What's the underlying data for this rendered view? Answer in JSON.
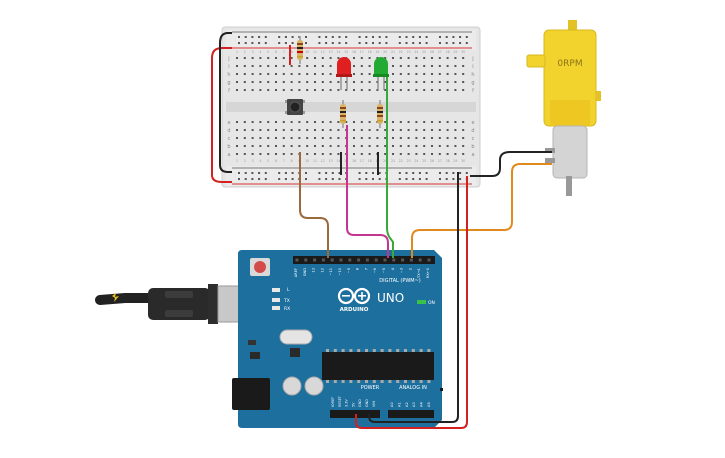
{
  "breadboard": {
    "row_letters_top": [
      "j",
      "i",
      "h",
      "g",
      "f"
    ],
    "row_letters_bottom": [
      "e",
      "d",
      "c",
      "b",
      "a"
    ],
    "col_numbers": [
      "1",
      "2",
      "3",
      "4",
      "5",
      "6",
      "7",
      "8",
      "9",
      "10",
      "11",
      "12",
      "13",
      "14",
      "15",
      "16",
      "17",
      "18",
      "19",
      "20",
      "21",
      "22",
      "23",
      "24",
      "25",
      "26",
      "27",
      "28",
      "29",
      "30"
    ]
  },
  "motor": {
    "label": "0RPM",
    "body_color": "#f2d22c"
  },
  "arduino": {
    "logo_text": "ARDUINO",
    "model": "UNO",
    "digital_header": "DIGITAL (PWM~)",
    "power_header": "POWER",
    "analog_header": "ANALOG IN",
    "on_label": "ON",
    "l_label": "L",
    "tx_label": "TX",
    "rx_label": "RX",
    "digital_pins": [
      "AREF",
      "GND",
      "13",
      "12",
      "~11",
      "~10",
      "~9",
      "8",
      "7",
      "~6",
      "~5",
      "4",
      "~3",
      "2",
      "TX→1",
      "RX←0"
    ],
    "power_pins": [
      "IOREF",
      "RESET",
      "3.3V",
      "5V",
      "GND",
      "GND",
      "VIN"
    ],
    "analog_pins": [
      "A0",
      "A1",
      "A2",
      "A3",
      "A4",
      "A5"
    ],
    "board_color": "#1d6f9e"
  },
  "leds": {
    "red": "#e02020",
    "green": "#22aa33"
  },
  "wires": {
    "red": "#d32020",
    "black": "#222222",
    "brown": "#9b6a3c",
    "magenta": "#c4358f",
    "green": "#3aa83a",
    "orange": "#e08a1e"
  }
}
